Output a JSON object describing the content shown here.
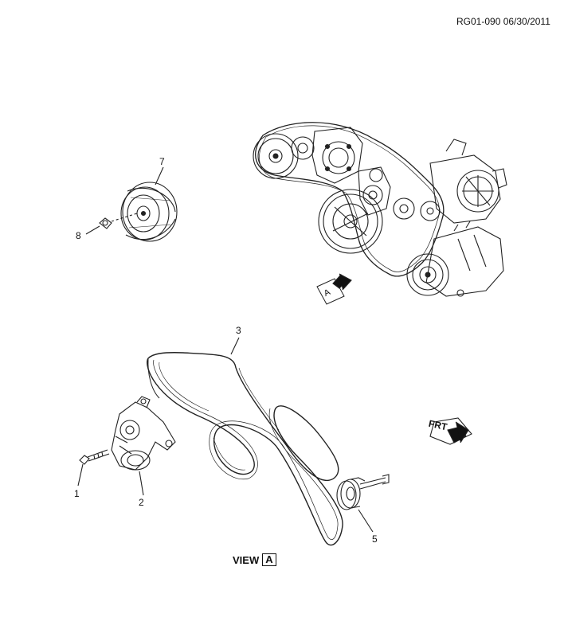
{
  "reference": "RG01-090 06/30/2011",
  "callouts": {
    "c1": "1",
    "c2": "2",
    "c3": "3",
    "c5": "5",
    "c7": "7",
    "c8": "8"
  },
  "view": {
    "prefix": "VIEW",
    "letter": "A"
  },
  "arrow_view_letter": "A",
  "front_arrow_text": "FRT",
  "icons": [
    "view-a-arrow-icon",
    "front-arrow-icon"
  ]
}
